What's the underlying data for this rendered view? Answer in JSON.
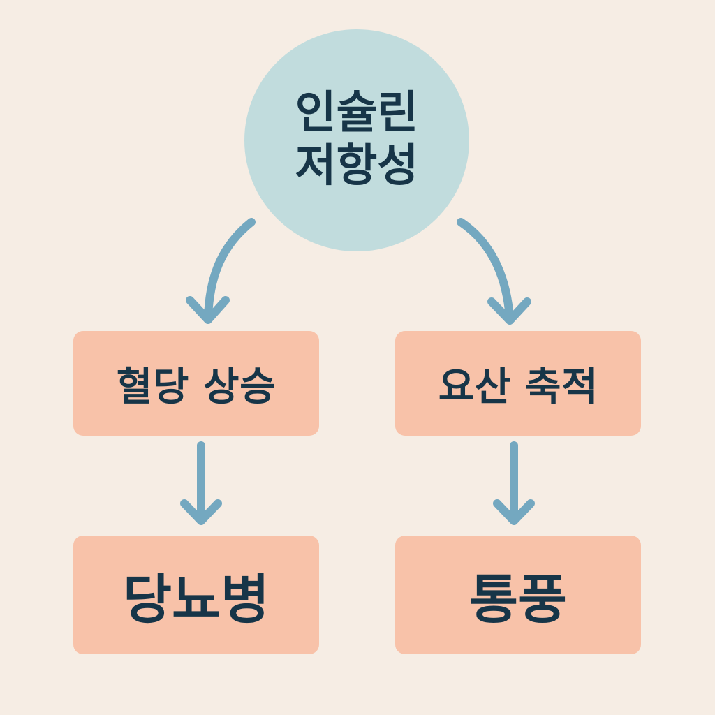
{
  "diagram": {
    "root": {
      "line1": "인슐린",
      "line2": "저항성"
    },
    "left_middle": "혈당 상승",
    "right_middle": "요산 축적",
    "left_bottom": "당뇨병",
    "right_bottom": "통풍"
  },
  "colors": {
    "background": "#f6ede4",
    "circle_fill": "#c1dcdd",
    "box_fill": "#f8c2a9",
    "text": "#173548",
    "arrow": "#74a8c0"
  }
}
